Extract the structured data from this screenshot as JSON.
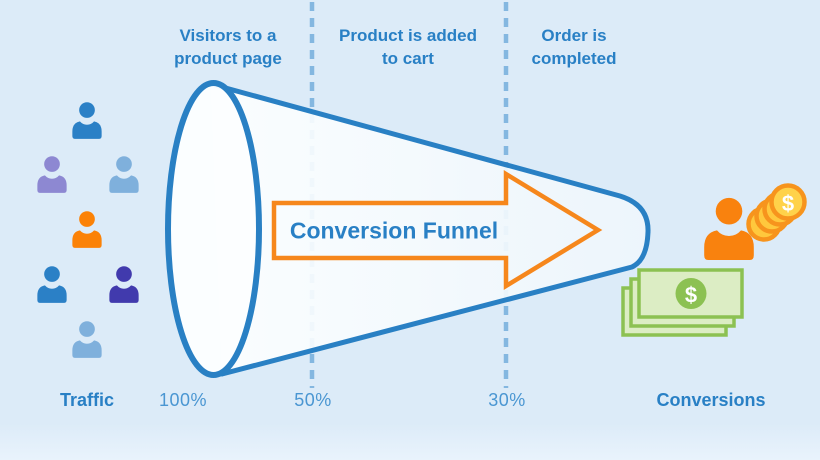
{
  "funnel": {
    "title": "Conversion Funnel"
  },
  "stages": [
    {
      "label_line1": "Visitors to a",
      "label_line2": "product page",
      "percent": "100%"
    },
    {
      "label_line1": "Product is added",
      "label_line2": "to cart",
      "percent": "50%"
    },
    {
      "label_line1": "Order is",
      "label_line2": "completed",
      "percent": "30%"
    }
  ],
  "traffic": {
    "label": "Traffic",
    "people": [
      {
        "color": "#2b80c6"
      },
      {
        "color": "#8d88d2"
      },
      {
        "color": "#7fb0dc"
      },
      {
        "color": "#fb8207"
      },
      {
        "color": "#2b80c6"
      },
      {
        "color": "#413aad"
      },
      {
        "color": "#7fb0dc"
      }
    ]
  },
  "conversions": {
    "label": "Conversions",
    "person_color": "#f9820e",
    "coin_symbol": "$",
    "bill_symbol": "$"
  },
  "colors": {
    "background": "#dcebf8",
    "funnel_stroke": "#2980c4",
    "funnel_fill": "#fcfeff",
    "arrow_stroke": "#f6871c",
    "label_blue": "#2980c5",
    "percent_blue": "#4a96d2",
    "dash_blue": "#4a94d0",
    "coin_fill": "#ffd24a",
    "coin_stroke": "#f7941d",
    "bill_fill": "#dcedc4",
    "bill_stroke": "#8cc152"
  }
}
